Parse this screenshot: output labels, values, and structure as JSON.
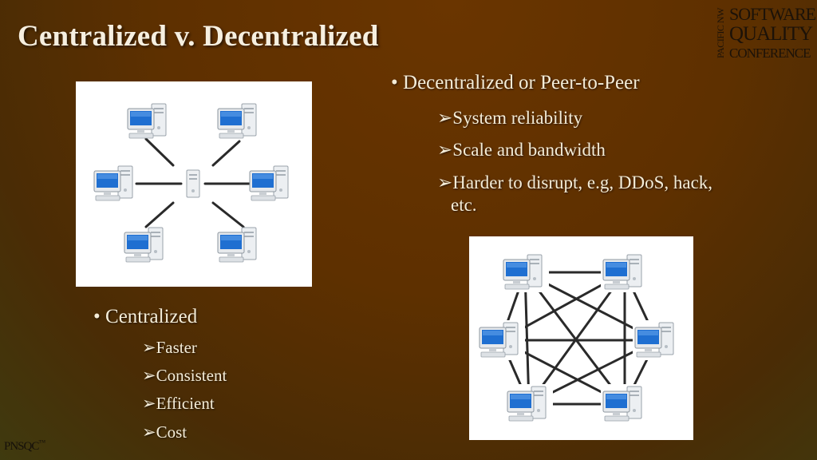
{
  "slide": {
    "title": "Centralized v. Decentralized"
  },
  "logo": {
    "side_text": "PACIFIC NW",
    "line1": "SOFTWARE",
    "line2": "QUALITY",
    "line3": "CONFERENCE"
  },
  "decentralized": {
    "heading": "Decentralized or Peer-to-Peer",
    "points": [
      "System reliability",
      "Scale and bandwidth",
      "Harder to disrupt, e.g, DDoS, hack,"
    ],
    "points_continuation": "etc."
  },
  "centralized": {
    "heading": "Centralized",
    "points": [
      "Faster",
      "Consistent",
      "Efficient",
      "Cost"
    ]
  },
  "footer": {
    "label": "PNSQC",
    "mark": "™"
  },
  "colors": {
    "background": "#5e3000",
    "text": "#f4ecd8",
    "screen_blue": "#1f6fd1"
  }
}
